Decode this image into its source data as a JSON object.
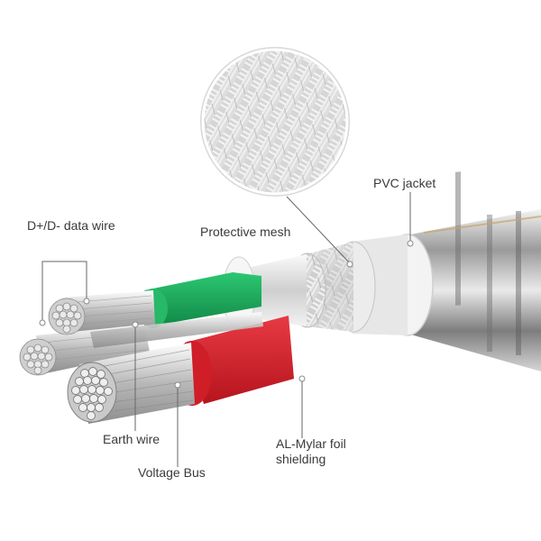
{
  "labels": {
    "data_wire": "D+/D- data wire",
    "protective_mesh": "Protective mesh",
    "pvc_jacket": "PVC  jacket",
    "earth_wire": "Earth wire",
    "voltage_bus": "Voltage Bus",
    "al_mylar_line1": "AL-Mylar foil",
    "al_mylar_line2": "shielding"
  },
  "colors": {
    "data_wire_insulation": "#1aa35a",
    "power_wire_insulation": "#d41f2a",
    "label_text": "#3a3a3a",
    "leader_line": "#666666"
  }
}
